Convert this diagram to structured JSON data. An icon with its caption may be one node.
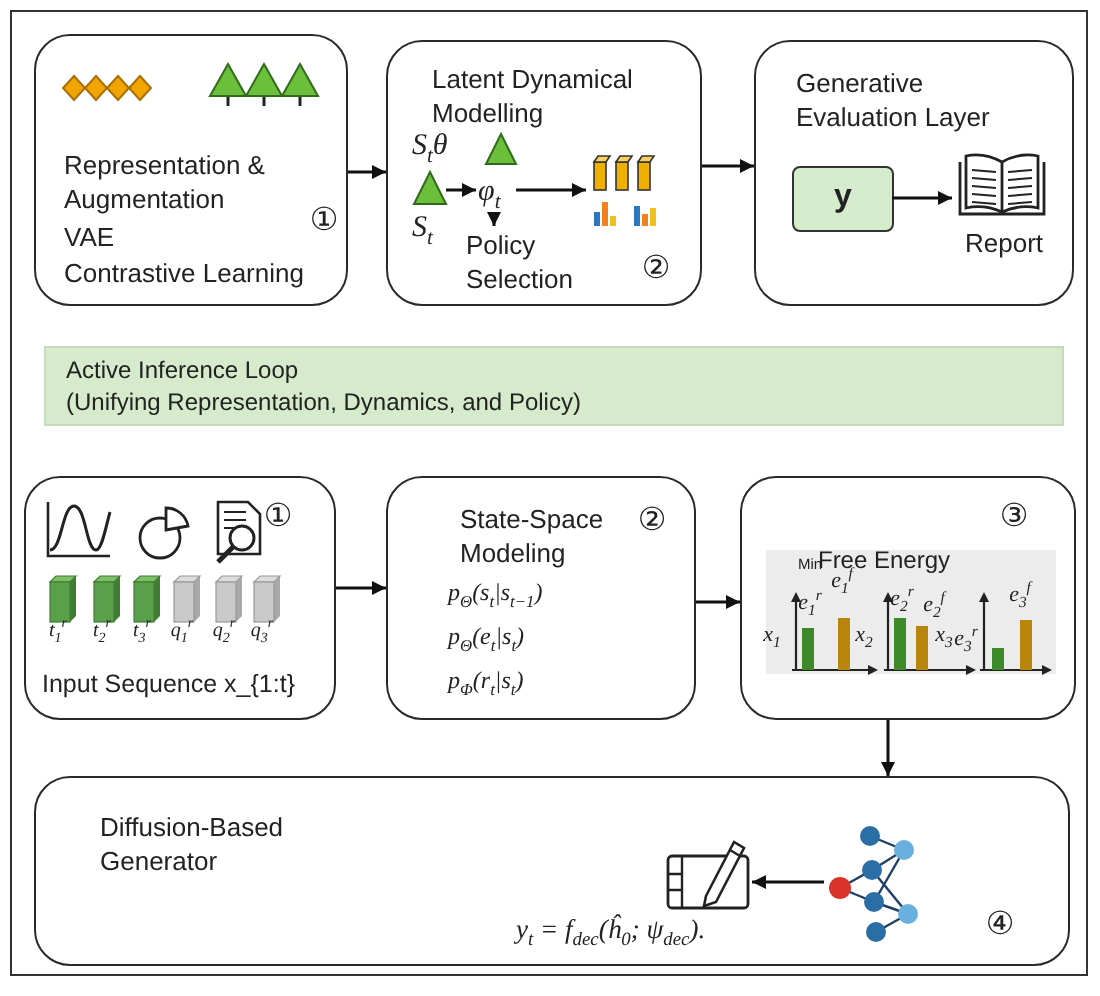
{
  "diagram": {
    "nodes": [
      {
        "text": [
          "Representation & Augmentation",
          "VAE",
          "Contrastive Learning",
          "①"
        ]
      },
      {
        "text": [
          "Latent Dynamical Modelling",
          "②"
        ]
      },
      {
        "text": [],
        "shape": "triangle",
        "in": 1,
        "beside": [
          "S$_{t}$θ",
          "S$_{t}$"
        ]
      },
      {
        "text": [],
        "shape": "triangle",
        "in": 1
      },
      {
        "text": [
          "φ$_{t}$"
        ],
        "in": 1
      },
      {
        "text": [
          "Policy Selection"
        ],
        "in": 1
      },
      {
        "text": [],
        "shape": "picture",
        "in": 1
      },
      {
        "text": [
          "Generative Evaluation Layer"
        ]
      },
      {
        "text": [
          "y"
        ],
        "in": 7
      },
      {
        "text": [
          "Report"
        ],
        "in": 7
      },
      {
        "text": [
          "Active Inference Loop",
          "(Unifying Representation, Dynamics, and Policy)"
        ]
      },
      {
        "text": [
          "①",
          "Input Sequence x_{1:t}"
        ]
      },
      {
        "text": [
          "State-Space Modeling",
          "②",
          "p$_{Θ}$(s$_{t}$|s$_{t−1}$)",
          "p$_{Θ}$(e$_{t}$|s$_{t}$)",
          "p$_{Φ}$(r$_{t}$|s$_{t}$)"
        ]
      },
      {
        "text": [
          "③"
        ]
      },
      {
        "text": [
          "Diffusion-Based Generator",
          "y$_{t}$ = f$_{dec}$(ĥ$_{0}$; ψ$_{dec}$).",
          "④"
        ]
      },
      {
        "text": [],
        "shape": "picture",
        "in": 14
      },
      {
        "text": [],
        "shape": "picture",
        "in": 14
      }
    ],
    "edges": [
      {
        "from": 0,
        "to": 1,
        "arrow": "to"
      },
      {
        "from": 1,
        "to": 7,
        "arrow": "to"
      },
      {
        "from": 2,
        "to": 4,
        "arrow": "to"
      },
      {
        "from": 4,
        "to": 5,
        "arrow": "to"
      },
      {
        "from": 4,
        "to": 6,
        "arrow": "to"
      },
      {
        "from": 8,
        "to": 9,
        "arrow": "to"
      },
      {
        "from": 11,
        "to": 12,
        "arrow": "to"
      },
      {
        "from": 12,
        "to": 13,
        "arrow": "to"
      },
      {
        "from": 13,
        "to": 14,
        "arrow": "to"
      },
      {
        "from": 16,
        "to": 15,
        "arrow": "to"
      }
    ],
    "labels": [
      "t$_{1}$$^{r}$",
      "t$_{2}$$^{r}$",
      "t$_{3}$$^{r}$",
      "q$_{1}$$^{r}$",
      "q$_{2}$$^{r}$",
      "q$_{3}$$^{r}$",
      "Min",
      "Free Energy",
      "x$_{1}$",
      "e$_{1}$$^{r}$",
      "e$_{1}$$^{f}$",
      "x$_{2}$",
      "e$_{2}$$^{r}$",
      "e$_{2}$$^{f}$",
      "x$_{3}$",
      "e$_{3}$$^{r}$",
      "e$_{3}$$^{f}$"
    ]
  }
}
